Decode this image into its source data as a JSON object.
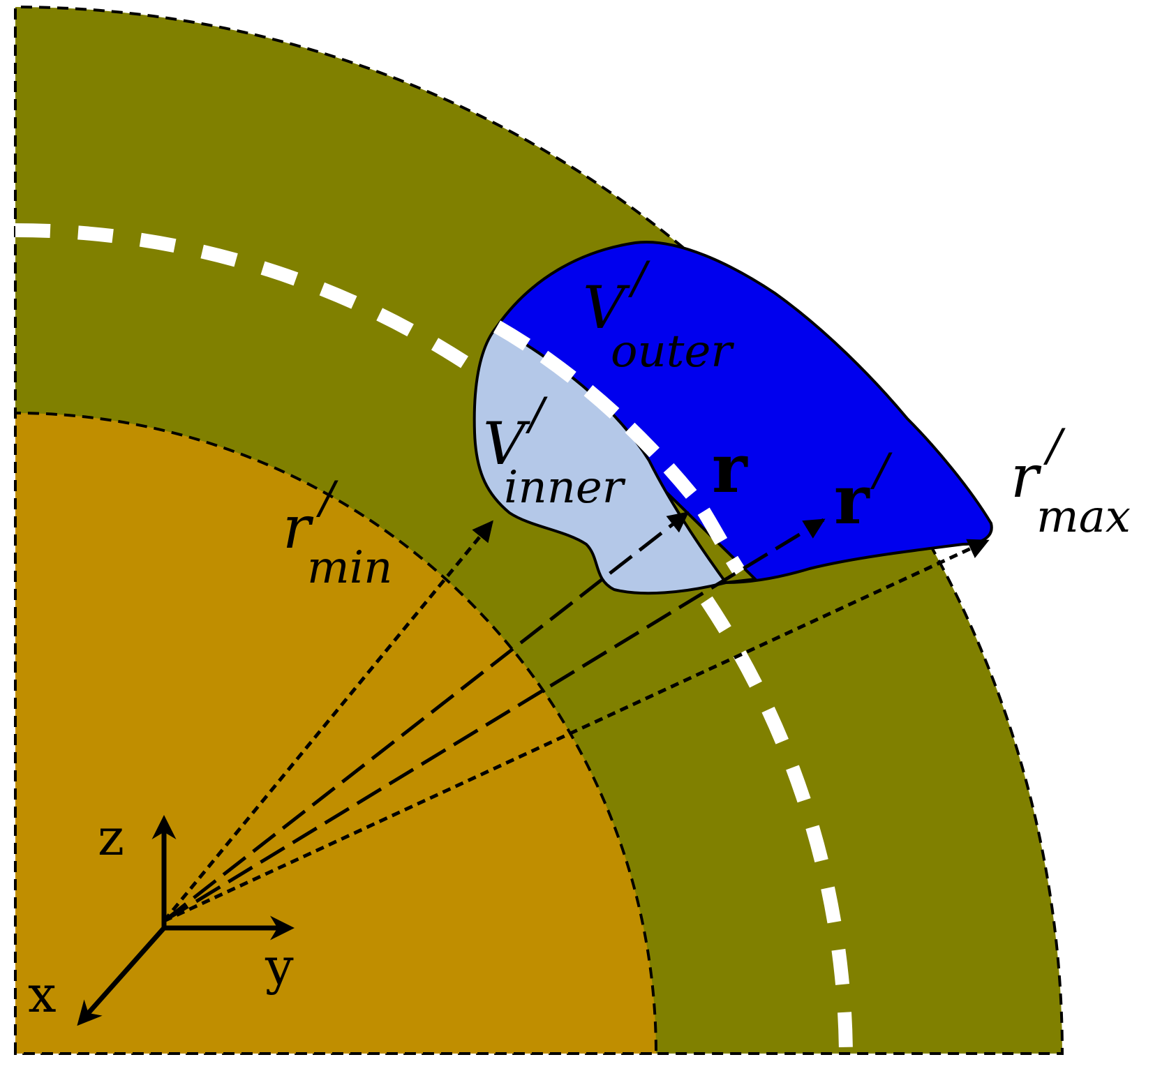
{
  "colors": {
    "background": "#ffffff",
    "outer_shell": "#808000",
    "inner_core": "#c08e00",
    "outer_volume": "#0000ee",
    "inner_volume": "#b4c8e8",
    "lines": "#000000",
    "mid_radius_dash": "#ffffff"
  },
  "labels": {
    "v_outer": {
      "symbol": "V",
      "prime": "/",
      "subscript": "outer"
    },
    "v_inner": {
      "symbol": "V",
      "prime": "/",
      "subscript": "inner"
    },
    "r_min": {
      "symbol": "r",
      "prime": "/",
      "subscript": "min"
    },
    "r_max": {
      "symbol": "r",
      "prime": "/",
      "subscript": "max"
    },
    "vector_r": "r",
    "vector_r_prime": {
      "symbol": "r",
      "prime": "/"
    }
  },
  "axes": {
    "z": "z",
    "y": "y",
    "x": "x"
  },
  "icons": [
    "coordinate-axes-icon"
  ]
}
